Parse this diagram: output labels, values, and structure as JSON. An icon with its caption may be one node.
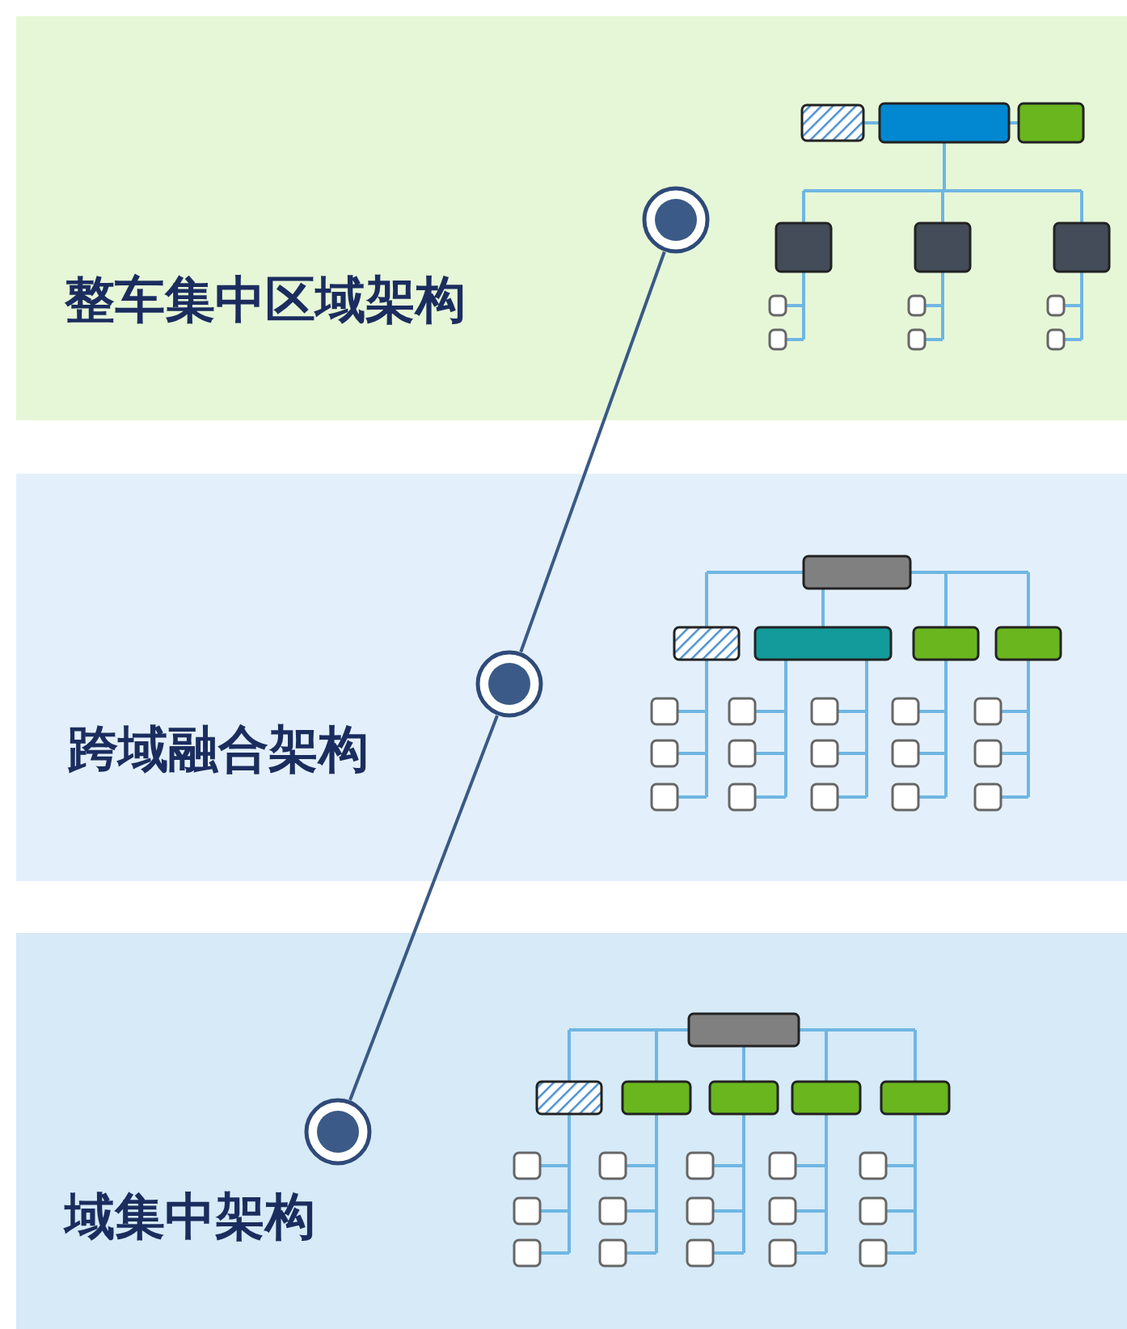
{
  "diagram": {
    "nodes": [
      {
        "text": [
          "整车集中区域架构"
        ]
      },
      {
        "text": [
          "跨域融合架构"
        ]
      },
      {
        "text": [
          "域集中架构"
        ]
      },
      {
        "text": [],
        "shape": "circle",
        "in": 0
      },
      {
        "text": [],
        "shape": "circle",
        "in": 1
      },
      {
        "text": [],
        "shape": "circle",
        "in": 2
      }
    ],
    "edges": [
      {
        "from": 3,
        "to": 4,
        "arrow": "none"
      },
      {
        "from": 4,
        "to": 5,
        "arrow": "none"
      }
    ]
  }
}
